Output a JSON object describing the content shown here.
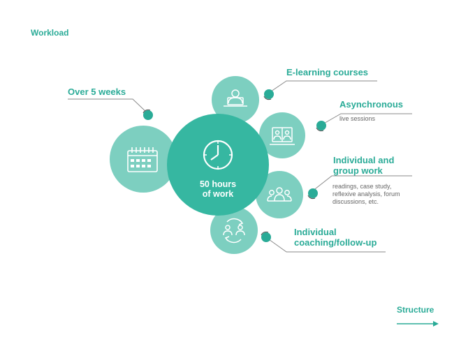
{
  "header": {
    "title": "Workload"
  },
  "center": {
    "line1": "50 hours",
    "line2": "of work"
  },
  "left_item": {
    "label": "Over 5 weeks",
    "icon": "calendar-icon"
  },
  "items": [
    {
      "title": "E-learning courses",
      "icon": "laptop-user-icon"
    },
    {
      "title": "Asynchronous",
      "subtitle": "live sessions",
      "icon": "video-conference-icon"
    },
    {
      "title_line1": "Individual and",
      "title_line2": "group work",
      "detail_line1": "readings, case study,",
      "detail_line2": "reflexive analysis, forum",
      "detail_line3": "discussions, etc.",
      "icon": "group-icon"
    },
    {
      "title_line1": "Individual",
      "title_line2": "coaching/follow-up",
      "icon": "coaching-exchange-icon"
    }
  ],
  "footer": {
    "label": "Structure"
  },
  "colors": {
    "accent": "#2aab97",
    "circle_light": "#7dcfc0",
    "circle_center": "#36b7a1",
    "line_gray": "#8a8a8a"
  }
}
